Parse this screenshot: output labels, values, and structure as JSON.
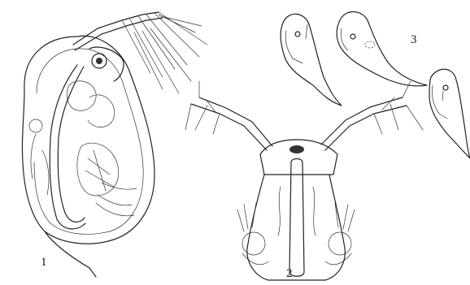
{
  "figure": {
    "labels": {
      "fig1": "1",
      "fig2": "2",
      "fig3": "3"
    },
    "ink_color": "#222222",
    "background": "#ffffff"
  }
}
